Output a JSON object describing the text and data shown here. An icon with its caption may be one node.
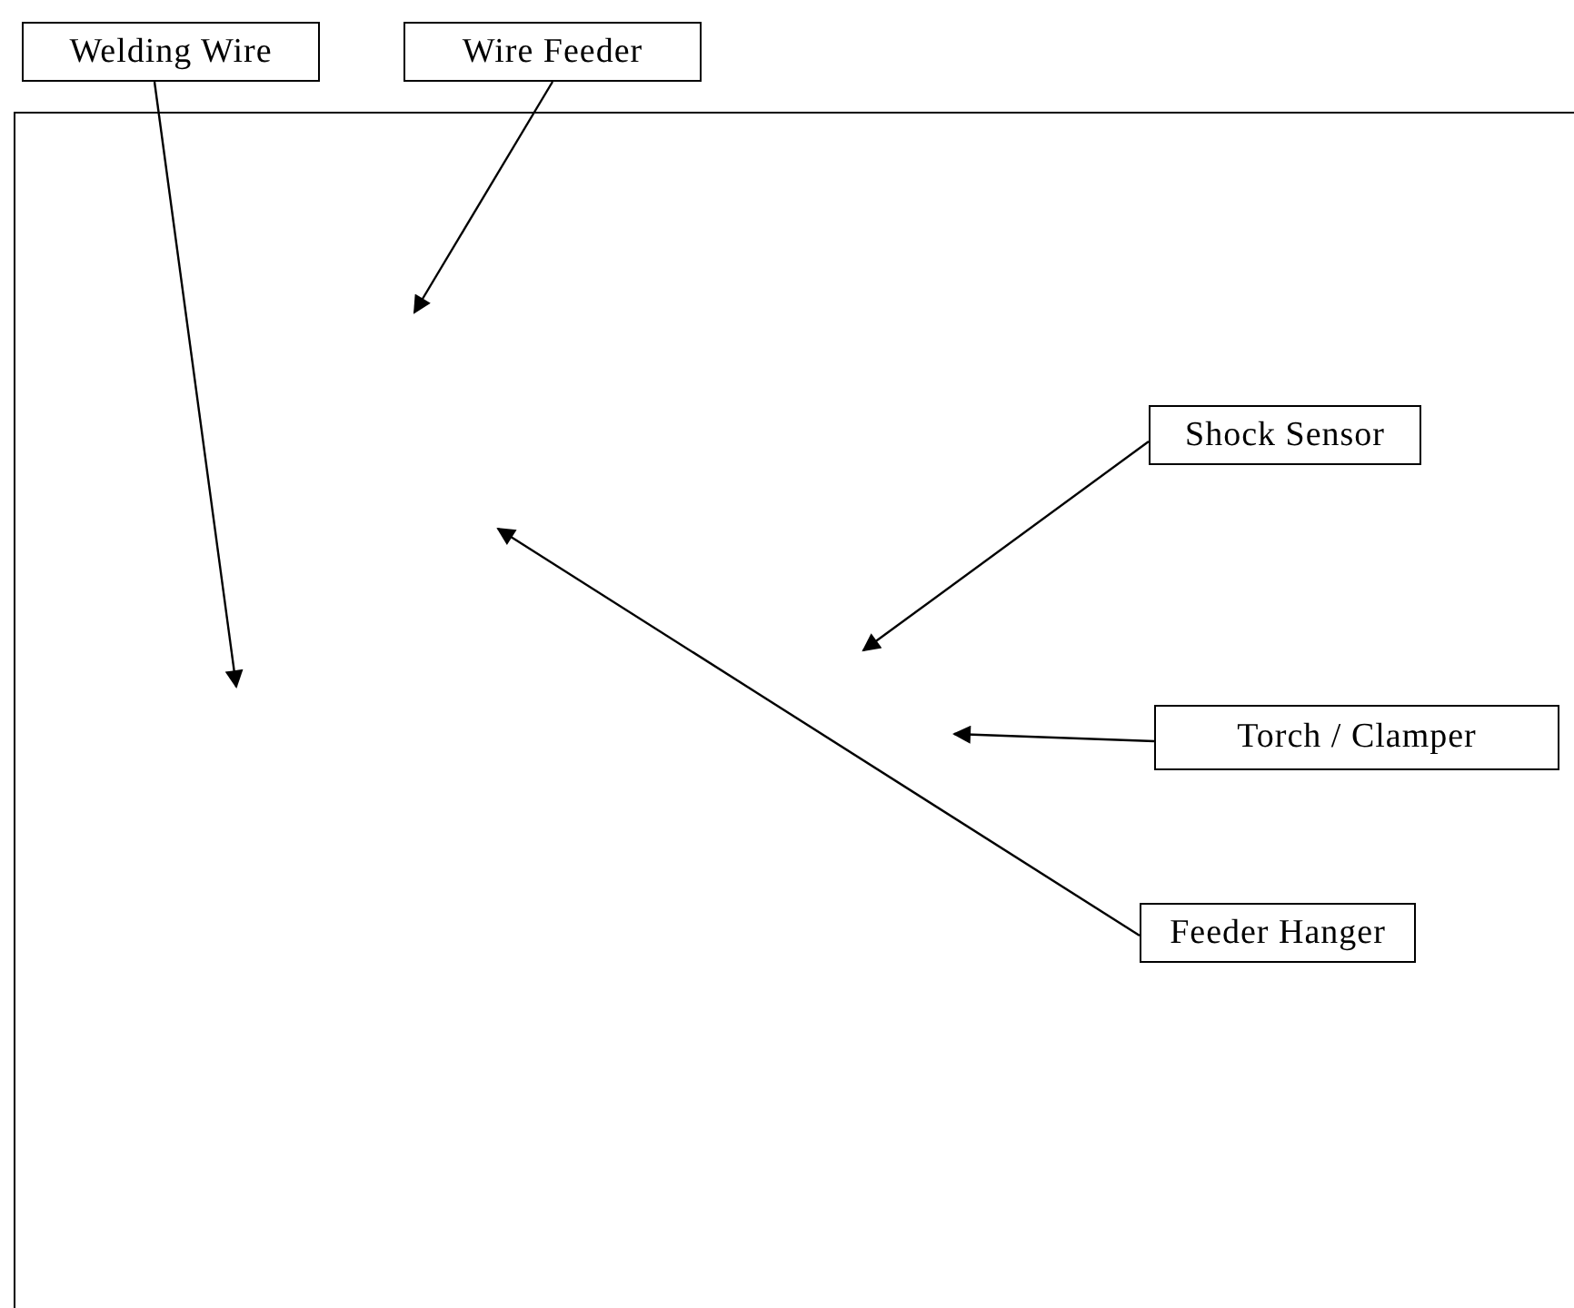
{
  "diagram": {
    "nodes": [
      {
        "text": [
          "Welding Wire"
        ]
      },
      {
        "text": [
          "Wire Feeder"
        ]
      },
      {
        "text": [
          "Shock Sensor"
        ]
      },
      {
        "text": [
          "Torch / Clamper"
        ]
      },
      {
        "text": [
          "Feeder Hanger"
        ]
      }
    ],
    "edges": [
      {
        "from": 0,
        "to": null,
        "arrow": "to"
      },
      {
        "from": 1,
        "to": null,
        "arrow": "to"
      },
      {
        "from": 2,
        "to": null,
        "arrow": "to"
      },
      {
        "from": 3,
        "to": null,
        "arrow": "to"
      },
      {
        "from": 4,
        "to": null,
        "arrow": "to"
      }
    ]
  }
}
